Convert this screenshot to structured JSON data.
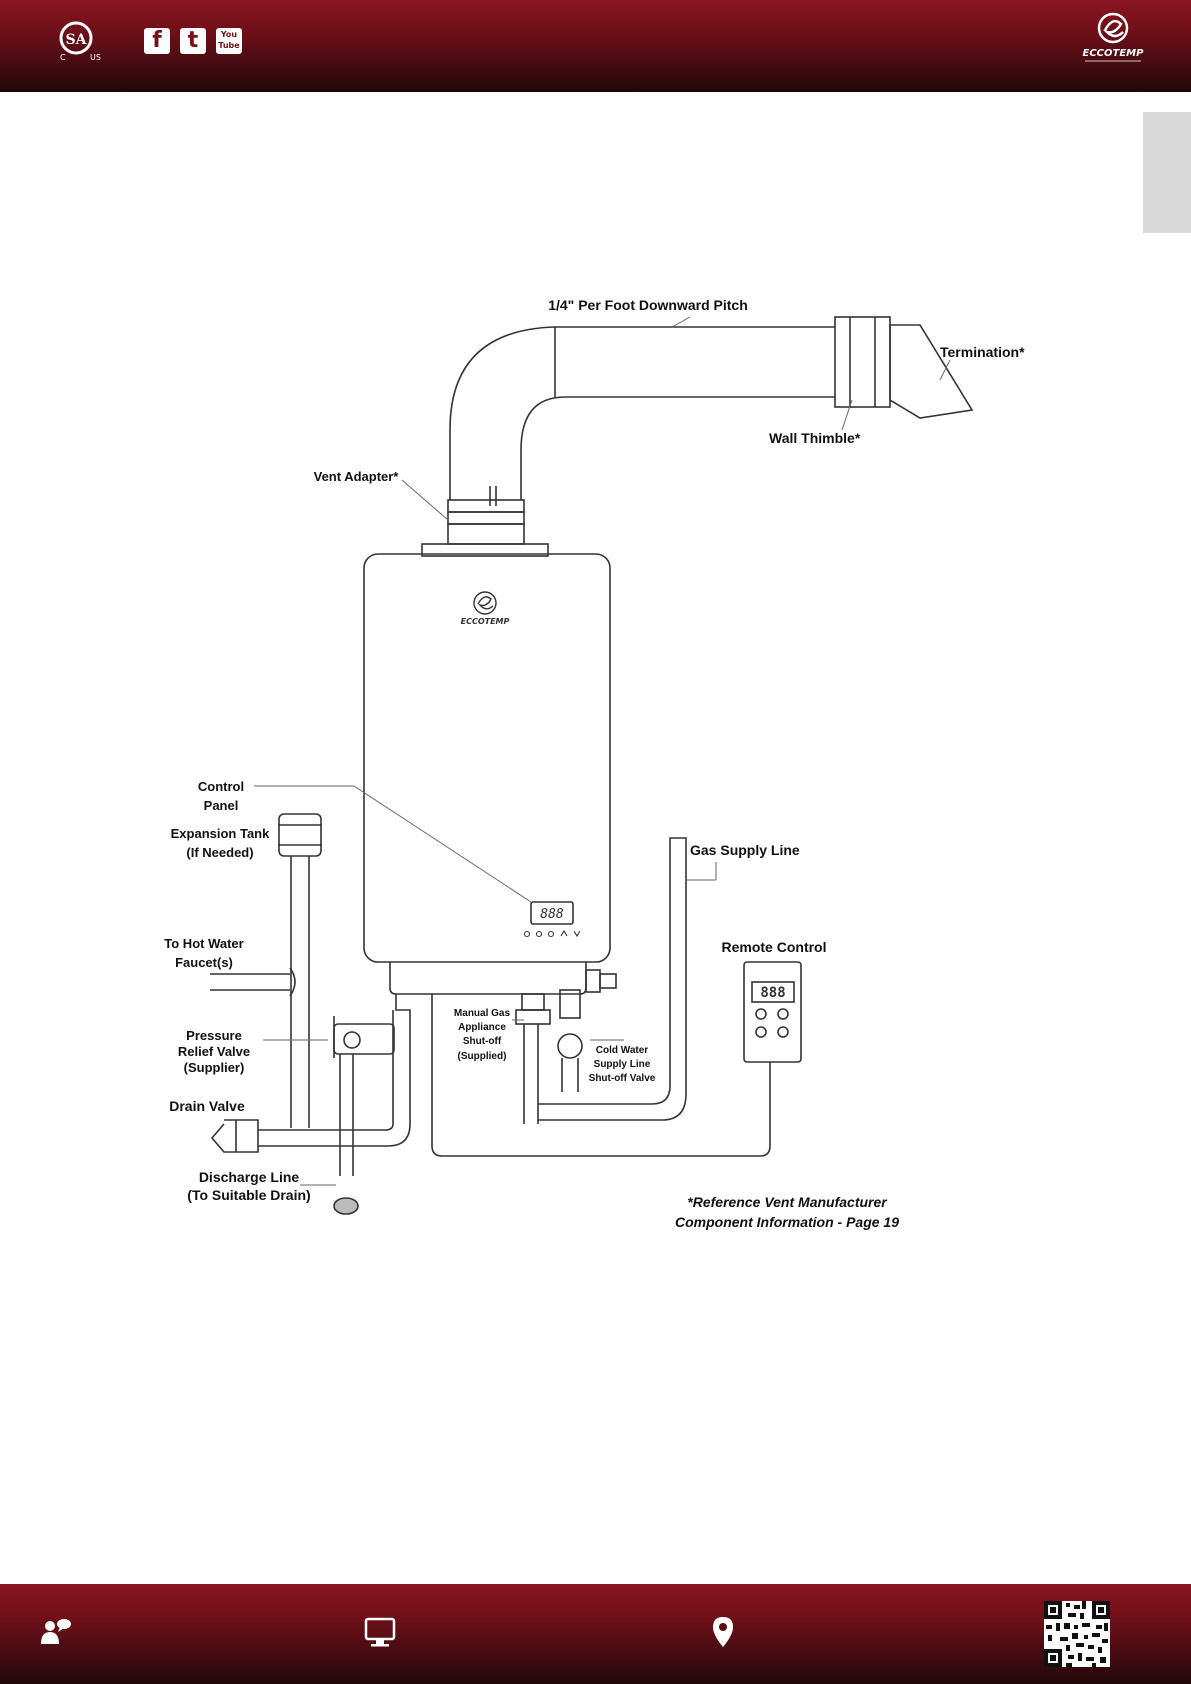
{
  "header": {
    "csa_mark": {
      "letters": "SA",
      "country_left": "C",
      "country_right": "US"
    },
    "social": [
      {
        "name": "facebook",
        "glyph": "f"
      },
      {
        "name": "twitter",
        "glyph": "t"
      },
      {
        "name": "youtube",
        "top": "You",
        "bottom": "Tube"
      }
    ],
    "brand": "ECCOTEMP"
  },
  "diagram": {
    "labels": {
      "pitch": "1/4\" Per Foot Downward Pitch",
      "termination": "Termination*",
      "wall_thimble": "Wall Thimble*",
      "vent_adapter": "Vent Adapter*",
      "control_panel_1": "Control",
      "control_panel_2": "Panel",
      "expansion_tank_1": "Expansion Tank",
      "expansion_tank_2": "(If Needed)",
      "gas_supply": "Gas Supply Line",
      "hot_water_1": "To Hot Water",
      "hot_water_2": "Faucet(s)",
      "remote_control": "Remote Control",
      "relief_1": "Pressure",
      "relief_2": "Relief Valve",
      "relief_3": "(Supplier)",
      "manual_gas_1": "Manual Gas",
      "manual_gas_2": "Appliance",
      "manual_gas_3": "Shut-off",
      "manual_gas_4": "(Supplied)",
      "cold_water_1": "Cold Water",
      "cold_water_2": "Supply Line",
      "cold_water_3": "Shut-off Valve",
      "drain_valve": "Drain Valve",
      "discharge_1": "Discharge Line",
      "discharge_2": "(To Suitable Drain)",
      "note_1": "*Reference Vent Manufacturer",
      "note_2": "Component Information - Page 19"
    },
    "heater_brand": "ECCOTEMP",
    "heater_display": "888",
    "remote_display": "888"
  },
  "footer": {
    "icons": [
      "contact-icon",
      "monitor-icon",
      "location-pin-icon",
      "qr-code"
    ]
  }
}
